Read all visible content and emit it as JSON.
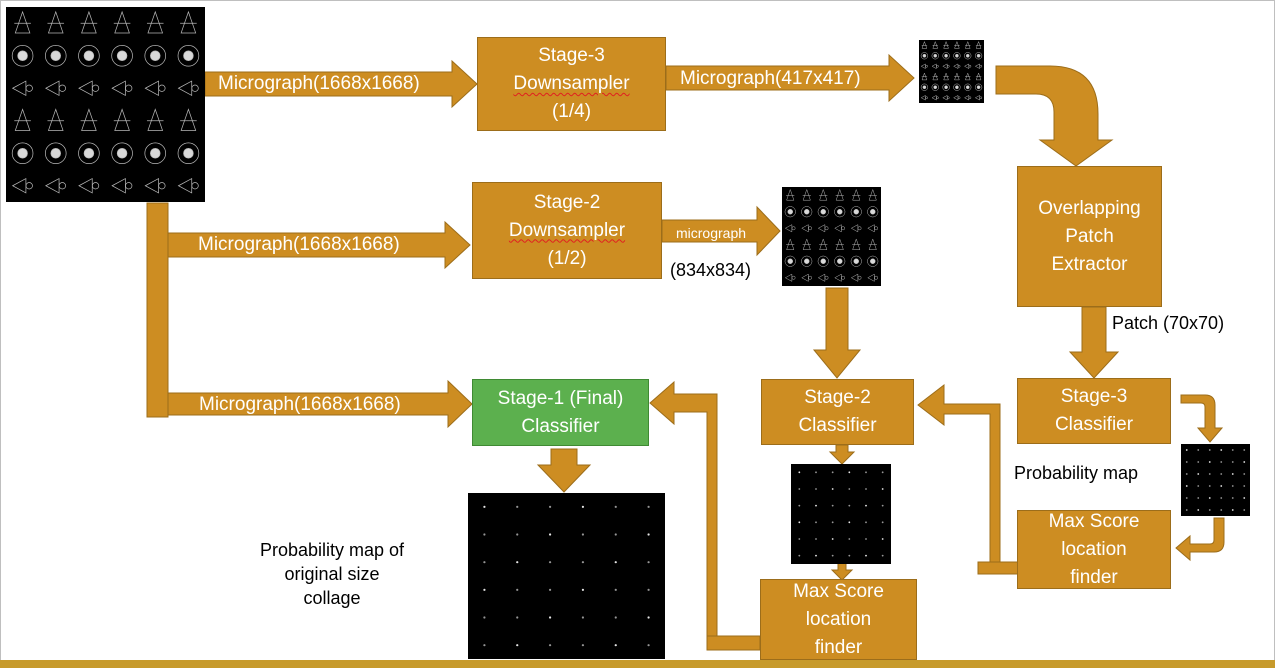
{
  "colors": {
    "arrow_fill": "#cd8d22",
    "arrow_stroke": "#9c6d1a",
    "box_orange": "#cd8d22",
    "box_green": "#5cb04e",
    "background": "#ffffff",
    "image_background": "#000000"
  },
  "images": {
    "input_micrograph": "micrograph-input-image",
    "micrograph_417": "micrograph-downsampled-417-image",
    "micrograph_834": "micrograph-downsampled-834-image",
    "prob_map_stage3": "probability-map-stage3-image",
    "prob_map_stage2": "probability-map-stage2-image",
    "prob_map_final": "probability-map-final-image"
  },
  "boxes": {
    "stage3_downsampler": {
      "line1": "Stage-3",
      "line2": "Downsampler",
      "line3": "(1/4)"
    },
    "stage2_downsampler": {
      "line1": "Stage-2",
      "line2": "Downsampler",
      "line3": "(1/2)"
    },
    "patch_extractor": {
      "line1": "Overlapping",
      "line2": "Patch",
      "line3": "Extractor"
    },
    "stage3_classifier": {
      "line1": "Stage-3",
      "line2": "Classifier"
    },
    "stage2_classifier": {
      "line1": "Stage-2",
      "line2": "Classifier"
    },
    "stage1_classifier": {
      "line1": "Stage-1 (Final)",
      "line2": "Classifier"
    },
    "max_score_right": {
      "line1": "Max Score",
      "line2": "location",
      "line3": "finder"
    },
    "max_score_middle": {
      "line1": "Max Score",
      "line2": "location",
      "line3": "finder"
    }
  },
  "arrow_labels": {
    "top_input": "Micrograph(1668x1668)",
    "middle_input": "Micrograph(1668x1668)",
    "bottom_input": "Micrograph(1668x1668)",
    "stage3_output": "Micrograph(417x417)",
    "stage2_output": "micrograph"
  },
  "texts": {
    "stage2_output_size": "(834x834)",
    "patch_size": "Patch (70x70)",
    "probability_map": "Probability map",
    "final_caption_line1": "Probability map of",
    "final_caption_line2": "original size",
    "final_caption_line3": "collage"
  }
}
